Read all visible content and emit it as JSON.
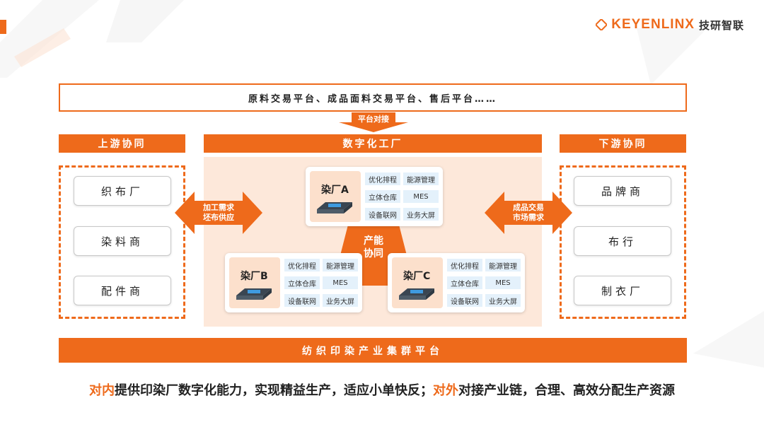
{
  "brand": {
    "latin": "KEYENLINX",
    "chinese": "技研智联"
  },
  "top_platform": {
    "text": "原料交易平台、成品面料交易平台、售后平台……"
  },
  "platform_link": {
    "label": "平台对接"
  },
  "upstream": {
    "title": "上游协同",
    "items": [
      "织布厂",
      "染料商",
      "配件商"
    ]
  },
  "downstream": {
    "title": "下游协同",
    "items": [
      "品牌商",
      "布行",
      "制衣厂"
    ]
  },
  "factory": {
    "title": "数字化工厂",
    "plants": [
      {
        "name": "染厂A",
        "cells": [
          "优化排程",
          "能源管理",
          "立体仓库",
          "MES",
          "设备联网",
          "业务大屏"
        ]
      },
      {
        "name": "染厂B",
        "cells": [
          "优化排程",
          "能源管理",
          "立体仓库",
          "MES",
          "设备联网",
          "业务大屏"
        ]
      },
      {
        "name": "染厂C",
        "cells": [
          "优化排程",
          "能源管理",
          "立体仓库",
          "MES",
          "设备联网",
          "业务大屏"
        ]
      }
    ],
    "synergy": [
      "产能",
      "协同"
    ]
  },
  "left_arrow": {
    "lines": [
      "加工需求",
      "坯布供应"
    ]
  },
  "right_arrow": {
    "lines": [
      "成品交易",
      "市场需求"
    ]
  },
  "bottom_platform": {
    "text": "纺织印染产业集群平台"
  },
  "footer": {
    "hl1": "对内",
    "text1": "提供印染厂数字化能力，实现精益生产，适应小单快反；",
    "hl2": "对外",
    "text2": "对接产业链，合理、高效分配生产资源"
  },
  "colors": {
    "accent": "#EE6A1B",
    "factory_bg": "#FDE8DA",
    "cell_bg": "#E4F1FB"
  }
}
